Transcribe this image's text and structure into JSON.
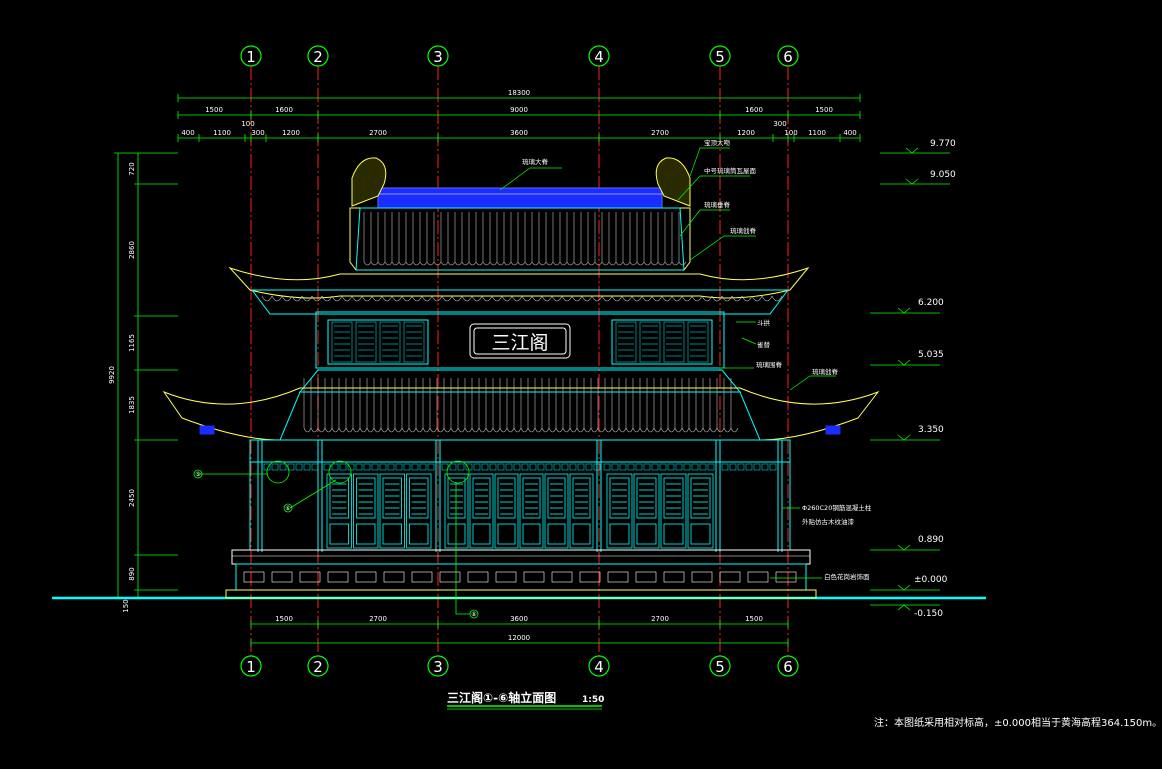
{
  "drawing": {
    "title": "三江阁①-⑥轴立面图",
    "scale": "1:50",
    "plaque": "三江阁",
    "note": "注：本图纸采用相对标高，±0.000相当于黄海高程364.150m。"
  },
  "axes": [
    "1",
    "2",
    "3",
    "4",
    "5",
    "6"
  ],
  "dims_top": {
    "overall": "18300",
    "row2": [
      "1500",
      "1600",
      "9000",
      "1600",
      "1500"
    ],
    "row3": [
      "400",
      "1100",
      "100",
      "300",
      "1200",
      "2700",
      "3600",
      "2700",
      "1200",
      "300",
      "100",
      "1100",
      "400"
    ]
  },
  "dims_bottom": {
    "row1": [
      "1500",
      "2700",
      "3600",
      "2700",
      "1500"
    ],
    "overall": "12000"
  },
  "dims_left": {
    "overall": "9920",
    "segments": [
      "720",
      "2860",
      "1165",
      "1835",
      "2450",
      "890",
      "150"
    ]
  },
  "elevations": [
    "9.770",
    "9.050",
    "6.200",
    "5.035",
    "3.350",
    "0.890",
    "±0.000",
    "-0.150"
  ],
  "callouts": [
    "琉璃大脊",
    "宝顶大吻",
    "中号琉璃筒瓦屋面",
    "琉璃垂脊",
    "琉璃戗脊",
    "斗拱",
    "雀替",
    "琉璃围脊",
    "琉璃戗脊",
    "Φ260C20钢筋混凝土柱",
    "外贴仿古木纹油漆",
    "白色花岗岩饰面"
  ],
  "detail_marks": [
    "⑤",
    "⑥",
    "⑧"
  ],
  "colors": {
    "background": "#000000",
    "outline": "#00ffff",
    "axis": "#ff2020",
    "dimension": "#00ff00",
    "ridge": "#1a2cff",
    "roof_trim": "#ffff55"
  }
}
